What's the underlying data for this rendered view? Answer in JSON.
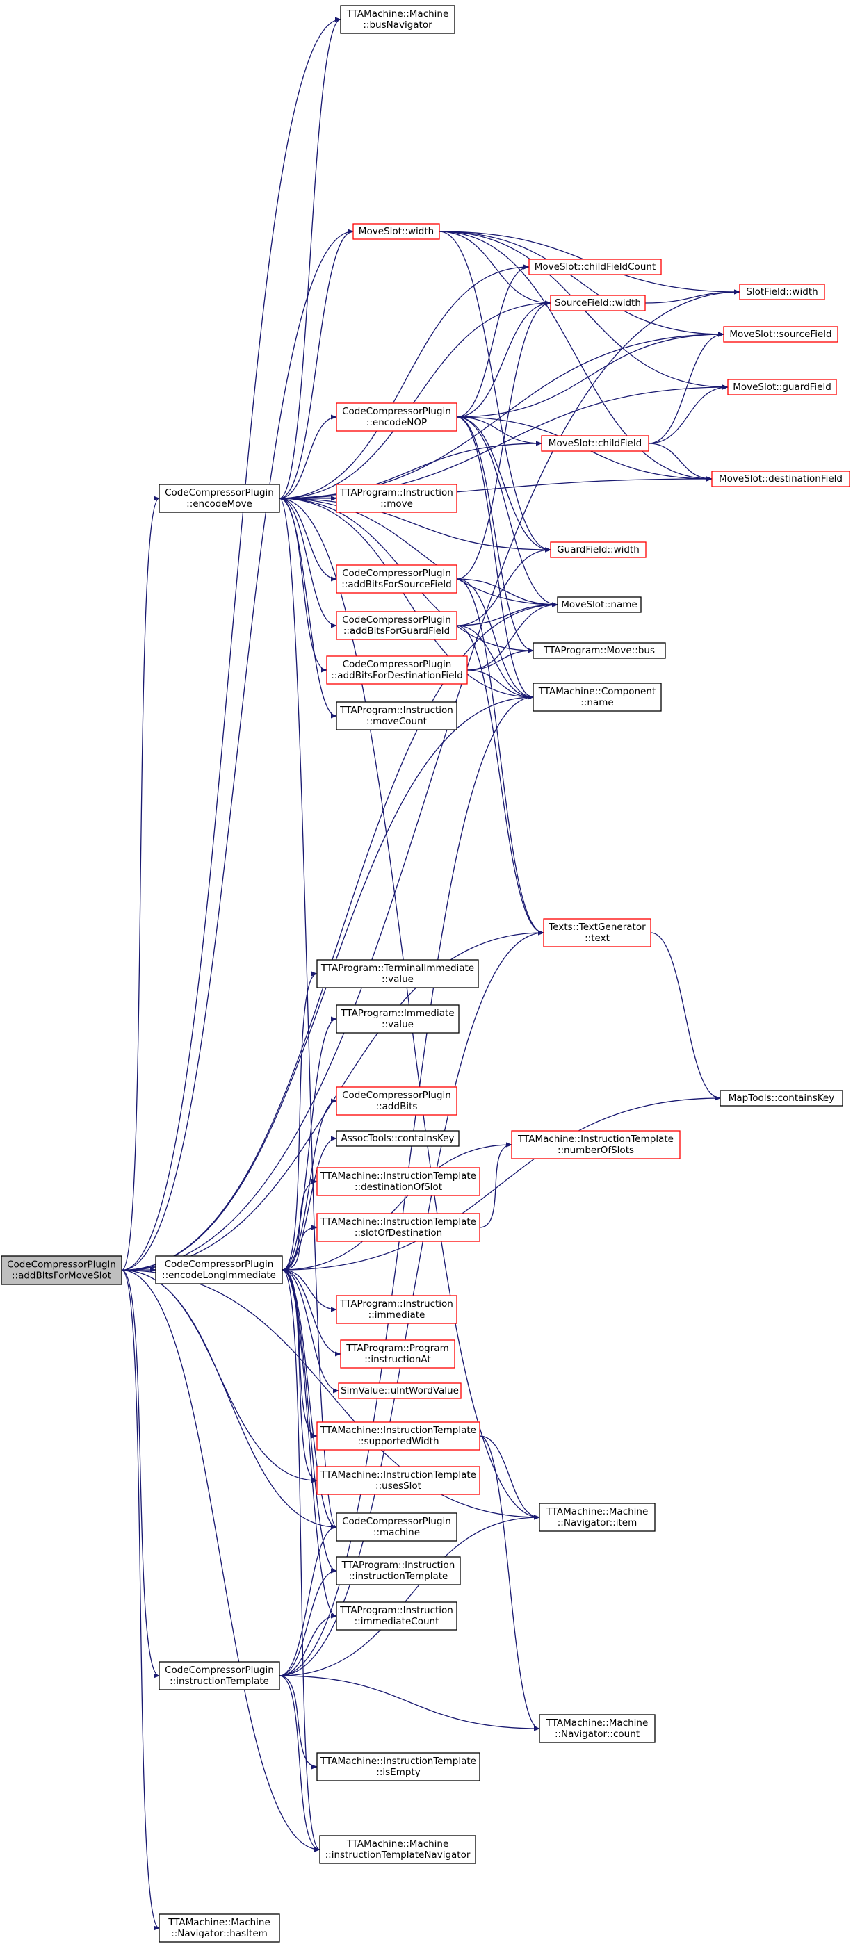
{
  "colors": {
    "edge": "#191970",
    "border_normal": "#000000",
    "border_truncated": "#ff0000",
    "root_fill": "#bfbfbf",
    "fill": "#ffffff"
  },
  "nodes": [
    {
      "id": "root",
      "lines": [
        "CodeCompressorPlugin",
        "::addBitsForMoveSlot"
      ],
      "style": "root"
    },
    {
      "id": "busNavigator",
      "lines": [
        "TTAMachine::Machine",
        "::busNavigator"
      ],
      "style": "normal"
    },
    {
      "id": "moveSlotWidth",
      "lines": [
        "MoveSlot::width"
      ],
      "style": "truncated"
    },
    {
      "id": "moveSlotChildFieldCount",
      "lines": [
        "MoveSlot::childFieldCount"
      ],
      "style": "truncated"
    },
    {
      "id": "slotFieldWidth",
      "lines": [
        "SlotField::width"
      ],
      "style": "truncated"
    },
    {
      "id": "sourceFieldWidth",
      "lines": [
        "SourceField::width"
      ],
      "style": "truncated"
    },
    {
      "id": "moveSlotSourceField",
      "lines": [
        "MoveSlot::sourceField"
      ],
      "style": "truncated"
    },
    {
      "id": "moveSlotGuardField",
      "lines": [
        "MoveSlot::guardField"
      ],
      "style": "truncated"
    },
    {
      "id": "encodeNOP",
      "lines": [
        "CodeCompressorPlugin",
        "::encodeNOP"
      ],
      "style": "truncated"
    },
    {
      "id": "moveSlotChildField",
      "lines": [
        "MoveSlot::childField"
      ],
      "style": "truncated"
    },
    {
      "id": "moveSlotDestinationField",
      "lines": [
        "MoveSlot::destinationField"
      ],
      "style": "truncated"
    },
    {
      "id": "encodeMove",
      "lines": [
        "CodeCompressorPlugin",
        "::encodeMove"
      ],
      "style": "normal"
    },
    {
      "id": "instructionMove",
      "lines": [
        "TTAProgram::Instruction",
        "::move"
      ],
      "style": "truncated"
    },
    {
      "id": "guardFieldWidth",
      "lines": [
        "GuardField::width"
      ],
      "style": "truncated"
    },
    {
      "id": "addBitsForSourceField",
      "lines": [
        "CodeCompressorPlugin",
        "::addBitsForSourceField"
      ],
      "style": "truncated"
    },
    {
      "id": "moveSlotName",
      "lines": [
        "MoveSlot::name"
      ],
      "style": "normal"
    },
    {
      "id": "addBitsForGuardField",
      "lines": [
        "CodeCompressorPlugin",
        "::addBitsForGuardField"
      ],
      "style": "truncated"
    },
    {
      "id": "moveBus",
      "lines": [
        "TTAProgram::Move::bus"
      ],
      "style": "normal"
    },
    {
      "id": "addBitsForDestinationField",
      "lines": [
        "CodeCompressorPlugin",
        "::addBitsForDestinationField"
      ],
      "style": "truncated"
    },
    {
      "id": "componentName",
      "lines": [
        "TTAMachine::Component",
        "::name"
      ],
      "style": "normal"
    },
    {
      "id": "moveCount",
      "lines": [
        "TTAProgram::Instruction",
        "::moveCount"
      ],
      "style": "normal"
    },
    {
      "id": "textGeneratorText",
      "lines": [
        "Texts::TextGenerator",
        "::text"
      ],
      "style": "truncated"
    },
    {
      "id": "terminalImmediateValue",
      "lines": [
        "TTAProgram::TerminalImmediate",
        "::value"
      ],
      "style": "normal"
    },
    {
      "id": "immediateValue",
      "lines": [
        "TTAProgram::Immediate",
        "::value"
      ],
      "style": "normal"
    },
    {
      "id": "mapToolsContainsKey",
      "lines": [
        "MapTools::containsKey"
      ],
      "style": "normal"
    },
    {
      "id": "addBits",
      "lines": [
        "CodeCompressorPlugin",
        "::addBits"
      ],
      "style": "truncated"
    },
    {
      "id": "numberOfSlots",
      "lines": [
        "TTAMachine::InstructionTemplate",
        "::numberOfSlots"
      ],
      "style": "truncated"
    },
    {
      "id": "assocToolsContainsKey",
      "lines": [
        "AssocTools::containsKey"
      ],
      "style": "normal"
    },
    {
      "id": "destinationOfSlot",
      "lines": [
        "TTAMachine::InstructionTemplate",
        "::destinationOfSlot"
      ],
      "style": "truncated"
    },
    {
      "id": "slotOfDestination",
      "lines": [
        "TTAMachine::InstructionTemplate",
        "::slotOfDestination"
      ],
      "style": "truncated"
    },
    {
      "id": "encodeLongImmediate",
      "lines": [
        "CodeCompressorPlugin",
        "::encodeLongImmediate"
      ],
      "style": "normal"
    },
    {
      "id": "instructionImmediate",
      "lines": [
        "TTAProgram::Instruction",
        "::immediate"
      ],
      "style": "truncated"
    },
    {
      "id": "programInstructionAt",
      "lines": [
        "TTAProgram::Program",
        "::instructionAt"
      ],
      "style": "truncated"
    },
    {
      "id": "uIntWordValue",
      "lines": [
        "SimValue::uIntWordValue"
      ],
      "style": "truncated"
    },
    {
      "id": "supportedWidth",
      "lines": [
        "TTAMachine::InstructionTemplate",
        "::supportedWidth"
      ],
      "style": "truncated"
    },
    {
      "id": "usesSlot",
      "lines": [
        "TTAMachine::InstructionTemplate",
        "::usesSlot"
      ],
      "style": "truncated"
    },
    {
      "id": "navigatorItem",
      "lines": [
        "TTAMachine::Machine",
        "::Navigator::item"
      ],
      "style": "normal"
    },
    {
      "id": "pluginMachine",
      "lines": [
        "CodeCompressorPlugin",
        "::machine"
      ],
      "style": "normal"
    },
    {
      "id": "instructionInstructionTemplate",
      "lines": [
        "TTAProgram::Instruction",
        "::instructionTemplate"
      ],
      "style": "normal"
    },
    {
      "id": "immediateCount",
      "lines": [
        "TTAProgram::Instruction",
        "::immediateCount"
      ],
      "style": "normal"
    },
    {
      "id": "pluginInstructionTemplate",
      "lines": [
        "CodeCompressorPlugin",
        "::instructionTemplate"
      ],
      "style": "normal"
    },
    {
      "id": "navigatorCount",
      "lines": [
        "TTAMachine::Machine",
        "::Navigator::count"
      ],
      "style": "normal"
    },
    {
      "id": "isEmpty",
      "lines": [
        "TTAMachine::InstructionTemplate",
        "::isEmpty"
      ],
      "style": "normal"
    },
    {
      "id": "instructionTemplateNavigator",
      "lines": [
        "TTAMachine::Machine",
        "::instructionTemplateNavigator"
      ],
      "style": "normal"
    },
    {
      "id": "navigatorHasItem",
      "lines": [
        "TTAMachine::Machine",
        "::Navigator::hasItem"
      ],
      "style": "normal"
    }
  ],
  "edges": [
    [
      "root",
      "busNavigator"
    ],
    [
      "root",
      "moveSlotWidth"
    ],
    [
      "root",
      "slotFieldWidth"
    ],
    [
      "root",
      "encodeMove"
    ],
    [
      "root",
      "moveSlotName"
    ],
    [
      "root",
      "componentName"
    ],
    [
      "root",
      "textGeneratorText"
    ],
    [
      "root",
      "encodeLongImmediate"
    ],
    [
      "root",
      "usesSlot"
    ],
    [
      "root",
      "pluginMachine"
    ],
    [
      "root",
      "pluginInstructionTemplate"
    ],
    [
      "root",
      "instructionTemplateNavigator"
    ],
    [
      "root",
      "navigatorHasItem"
    ],
    [
      "encodeMove",
      "busNavigator"
    ],
    [
      "encodeMove",
      "moveSlotWidth"
    ],
    [
      "encodeMove",
      "moveSlotChildFieldCount"
    ],
    [
      "encodeMove",
      "sourceFieldWidth"
    ],
    [
      "encodeMove",
      "moveSlotSourceField"
    ],
    [
      "encodeMove",
      "moveSlotGuardField"
    ],
    [
      "encodeMove",
      "encodeNOP"
    ],
    [
      "encodeMove",
      "moveSlotChildField"
    ],
    [
      "encodeMove",
      "moveSlotDestinationField"
    ],
    [
      "encodeMove",
      "instructionMove"
    ],
    [
      "encodeMove",
      "guardFieldWidth"
    ],
    [
      "encodeMove",
      "addBitsForSourceField"
    ],
    [
      "encodeMove",
      "moveSlotName"
    ],
    [
      "encodeMove",
      "addBitsForGuardField"
    ],
    [
      "encodeMove",
      "moveBus"
    ],
    [
      "encodeMove",
      "addBitsForDestinationField"
    ],
    [
      "encodeMove",
      "componentName"
    ],
    [
      "encodeMove",
      "moveCount"
    ],
    [
      "encodeMove",
      "navigatorItem"
    ],
    [
      "encodeMove",
      "pluginMachine"
    ],
    [
      "moveSlotWidth",
      "slotFieldWidth"
    ],
    [
      "moveSlotWidth",
      "sourceFieldWidth"
    ],
    [
      "moveSlotWidth",
      "moveSlotSourceField"
    ],
    [
      "moveSlotWidth",
      "moveSlotGuardField"
    ],
    [
      "moveSlotWidth",
      "moveSlotDestinationField"
    ],
    [
      "moveSlotWidth",
      "guardFieldWidth"
    ],
    [
      "sourceFieldWidth",
      "slotFieldWidth"
    ],
    [
      "encodeNOP",
      "moveSlotChildFieldCount"
    ],
    [
      "encodeNOP",
      "sourceFieldWidth"
    ],
    [
      "encodeNOP",
      "moveSlotSourceField"
    ],
    [
      "encodeNOP",
      "moveSlotChildField"
    ],
    [
      "encodeNOP",
      "moveSlotDestinationField"
    ],
    [
      "encodeNOP",
      "guardFieldWidth"
    ],
    [
      "encodeNOP",
      "moveSlotName"
    ],
    [
      "encodeNOP",
      "componentName"
    ],
    [
      "encodeNOP",
      "moveBus"
    ],
    [
      "moveSlotChildField",
      "moveSlotSourceField"
    ],
    [
      "moveSlotChildField",
      "moveSlotGuardField"
    ],
    [
      "moveSlotChildField",
      "moveSlotDestinationField"
    ],
    [
      "addBitsForSourceField",
      "sourceFieldWidth"
    ],
    [
      "addBitsForSourceField",
      "moveSlotName"
    ],
    [
      "addBitsForSourceField",
      "componentName"
    ],
    [
      "addBitsForSourceField",
      "textGeneratorText"
    ],
    [
      "addBitsForGuardField",
      "guardFieldWidth"
    ],
    [
      "addBitsForGuardField",
      "moveSlotName"
    ],
    [
      "addBitsForGuardField",
      "componentName"
    ],
    [
      "addBitsForGuardField",
      "textGeneratorText"
    ],
    [
      "addBitsForDestinationField",
      "moveSlotName"
    ],
    [
      "addBitsForDestinationField",
      "moveBus"
    ],
    [
      "addBitsForDestinationField",
      "componentName"
    ],
    [
      "textGeneratorText",
      "mapToolsContainsKey"
    ],
    [
      "encodeLongImmediate",
      "terminalImmediateValue"
    ],
    [
      "encodeLongImmediate",
      "immediateValue"
    ],
    [
      "encodeLongImmediate",
      "addBits"
    ],
    [
      "encodeLongImmediate",
      "numberOfSlots"
    ],
    [
      "encodeLongImmediate",
      "assocToolsContainsKey"
    ],
    [
      "encodeLongImmediate",
      "destinationOfSlot"
    ],
    [
      "encodeLongImmediate",
      "slotOfDestination"
    ],
    [
      "encodeLongImmediate",
      "mapToolsContainsKey"
    ],
    [
      "encodeLongImmediate",
      "instructionImmediate"
    ],
    [
      "encodeLongImmediate",
      "programInstructionAt"
    ],
    [
      "encodeLongImmediate",
      "uIntWordValue"
    ],
    [
      "encodeLongImmediate",
      "supportedWidth"
    ],
    [
      "encodeLongImmediate",
      "usesSlot"
    ],
    [
      "encodeLongImmediate",
      "pluginMachine"
    ],
    [
      "encodeLongImmediate",
      "instructionInstructionTemplate"
    ],
    [
      "encodeLongImmediate",
      "immediateCount"
    ],
    [
      "encodeLongImmediate",
      "instructionTemplateNavigator"
    ],
    [
      "slotOfDestination",
      "numberOfSlots"
    ],
    [
      "supportedWidth",
      "navigatorItem"
    ],
    [
      "supportedWidth",
      "navigatorCount"
    ],
    [
      "pluginInstructionTemplate",
      "pluginMachine"
    ],
    [
      "pluginInstructionTemplate",
      "instructionInstructionTemplate"
    ],
    [
      "pluginInstructionTemplate",
      "immediateCount"
    ],
    [
      "pluginInstructionTemplate",
      "textGeneratorText"
    ],
    [
      "pluginInstructionTemplate",
      "componentName"
    ],
    [
      "pluginInstructionTemplate",
      "navigatorItem"
    ],
    [
      "pluginInstructionTemplate",
      "navigatorCount"
    ],
    [
      "pluginInstructionTemplate",
      "isEmpty"
    ],
    [
      "pluginInstructionTemplate",
      "instructionTemplateNavigator"
    ],
    [
      "root",
      "navigatorItem"
    ]
  ]
}
